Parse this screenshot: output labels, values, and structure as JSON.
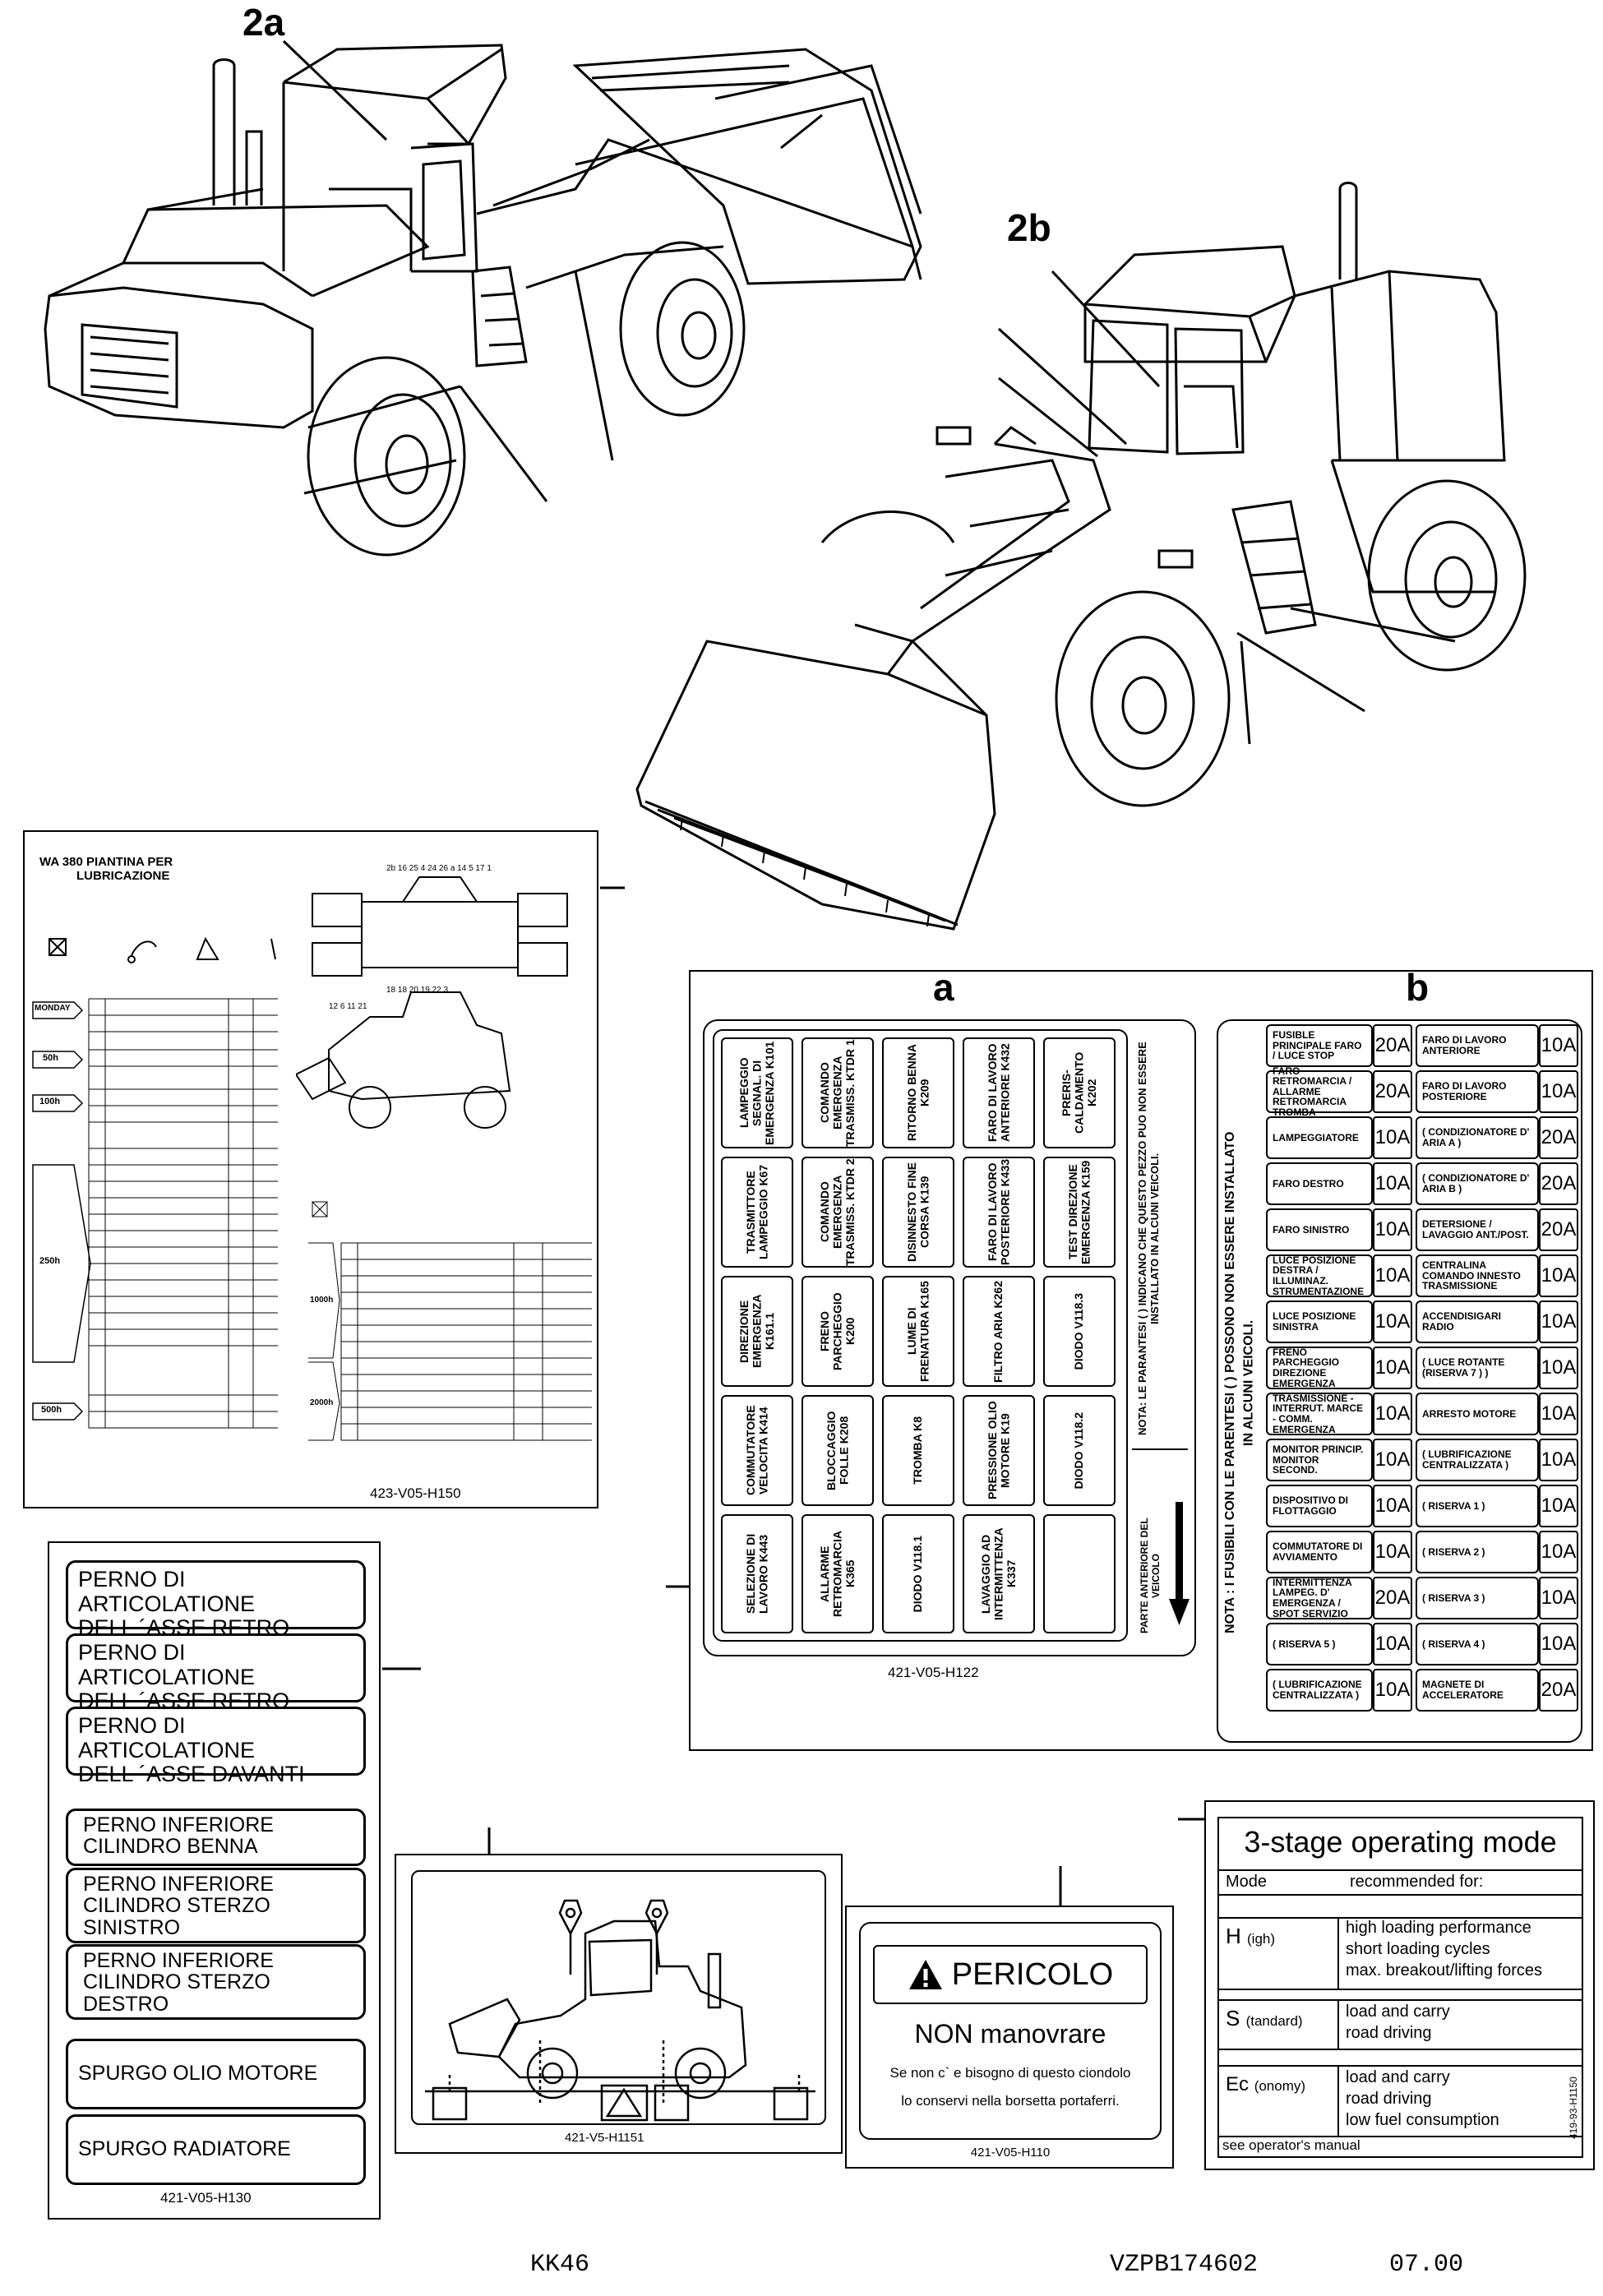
{
  "callouts": {
    "c2a": "2a",
    "c2b": "2b",
    "ca": "a",
    "cb": "b"
  },
  "lubrication": {
    "title1": "WA 380  PIANTINA PER",
    "title2": "LUBRICAZIONE",
    "intervals": [
      "MONDAY",
      "50h",
      "100h",
      "250h",
      "500h",
      "1000h",
      "2000h"
    ],
    "code": "423-V05-H150"
  },
  "fuse_a": {
    "rows": [
      [
        "LAMPEGGIO SEGNAL. DI EMERGENZA K101",
        "COMANDO EMERGENZA TRASMISS. KTDR 1",
        "RITORNO BENNA K209",
        "FARO DI LAVORO ANTERIORE K432",
        "PRERIS-CALDAMENTO K202"
      ],
      [
        "TRASMITTORE LAMPEGGIO K67",
        "COMANDO EMERGENZA TRASMISS. KTDR 2",
        "DISINNESTO FINE CORSA K139",
        "FARO DI LAVORO POSTERIORE K433",
        "TEST DIREZIONE EMERGENZA K159"
      ],
      [
        "DIREZIONE EMERGENZA K161.1",
        "FRENO PARCHEGGIO K200",
        "LUME DI FRENATURA K165",
        "FILTRO ARIA K262",
        "DIODO V118.3"
      ],
      [
        "COMMUTATORE VELOCITA K414",
        "BLOCCAGGIO FOLLE K208",
        "TROMBA K8",
        "PRESSIONE OLIO MOTORE K19",
        "DIODO V118.2"
      ],
      [
        "SELEZIONE DI LAVORO K443",
        "ALLARME RETROMARCIA K365",
        "DIODO V118.1",
        "LAVAGGIO AD INTERMITTENZA K337",
        ""
      ]
    ],
    "note": "NOTA: LE PARANTESI ( ) INDICANO CHE QUESTO PEZZO PUO NON ESSERE INSTALLATO IN ALCUNI VEICOLI.",
    "front": "PARTE ANTERIORE DEL VEICOLO",
    "code": "421-V05-H122"
  },
  "fuse_b": {
    "note": "NOTA : I FUSIBILI CON LE PARENTESI ( ) POSSONO NON ESSERE INSTALLATO IN ALCUNI VEICOLI.",
    "rows": [
      [
        "FUSIBLE PRINCIPALE FARO / LUCE STOP",
        "20A",
        "FARO DI LAVORO ANTERIORE",
        "10A"
      ],
      [
        "FARO RETROMARCIA / ALLARME RETROMARCIA TROMBA",
        "20A",
        "FARO DI LAVORO POSTERIORE",
        "10A"
      ],
      [
        "LAMPEGGIATORE",
        "10A",
        "( CONDIZIONATORE D' ARIA A )",
        "20A"
      ],
      [
        "FARO DESTRO",
        "10A",
        "( CONDIZIONATORE D' ARIA B )",
        "20A"
      ],
      [
        "FARO SINISTRO",
        "10A",
        "DETERSIONE / LAVAGGIO ANT./POST.",
        "20A"
      ],
      [
        "LUCE POSIZIONE DESTRA / ILLUMINAZ. STRUMENTAZIONE",
        "10A",
        "CENTRALINA COMANDO INNESTO TRASMISSIONE",
        "10A"
      ],
      [
        "LUCE POSIZIONE SINISTRA",
        "10A",
        "ACCENDISIGARI RADIO",
        "10A"
      ],
      [
        "FRENO PARCHEGGIO DIREZIONE EMERGENZA",
        "10A",
        "( LUCE ROTANTE (RISERVA 7 ) )",
        "10A"
      ],
      [
        "TRASMISSIONE - INTERRUT. MARCE - COMM. EMERGENZA",
        "10A",
        "ARRESTO MOTORE",
        "10A"
      ],
      [
        "MONITOR PRINCIP. MONITOR SECOND.",
        "10A",
        "( LUBRIFICAZIONE CENTRALIZZATA )",
        "10A"
      ],
      [
        "DISPOSITIVO DI FLOTTAGGIO",
        "10A",
        "( RISERVA 1 )",
        "10A"
      ],
      [
        "COMMUTATORE DI AVVIAMENTO",
        "10A",
        "( RISERVA 2 )",
        "10A"
      ],
      [
        "INTERMITTENZA LAMPEG. D' EMERGENZA / SPOT SERVIZIO",
        "20A",
        "( RISERVA 3 )",
        "10A"
      ],
      [
        "( RISERVA 5 )",
        "10A",
        "( RISERVA 4 )",
        "10A"
      ],
      [
        "( LUBRIFICAZIONE CENTRALIZZATA )",
        "10A",
        "MAGNETE DI ACCELERATORE",
        "20A"
      ]
    ]
  },
  "pins": {
    "labels": [
      [
        "PERNO DI ARTICOLATIONE",
        "DELL ´ASSE RETRO"
      ],
      [
        "PERNO DI ARTICOLATIONE",
        "DELL ´ASSE RETRO"
      ],
      [
        "PERNO DI ARTICOLATIONE",
        "DELL ´ASSE DAVANTI"
      ],
      [
        "PERNO  INFERIORE",
        "CILINDRO  BENNA"
      ],
      [
        "PERNO  INFERIORE",
        "CILINDRO  STERZO",
        "SINISTRO"
      ],
      [
        "PERNO  INFERIORE",
        "CILINDRO  STERZO",
        "DESTRO"
      ],
      [
        "SPURGO  OLIO  MOTORE"
      ],
      [
        "SPURGO  RADIATORE"
      ]
    ],
    "code": "421-V05-H130"
  },
  "hook": {
    "code": "421-V5-H1151"
  },
  "danger": {
    "title": "PERICOLO",
    "sub": "NON manovrare",
    "line1": "Se non c` e bisogno di questo ciondolo",
    "line2": "lo conservi nella borsetta portaferri.",
    "code": "421-V05-H110"
  },
  "modes": {
    "title": "3-stage operating mode",
    "h_mode": "Mode",
    "h_rec": "recommended for:",
    "h": {
      "m": "H",
      "s": "(igh)",
      "r": [
        "high loading performance",
        "short loading cycles",
        "max. breakout/lifting forces"
      ]
    },
    "s": {
      "m": "S",
      "s": "(tandard)",
      "r": [
        "load and carry",
        "road driving"
      ]
    },
    "e": {
      "m": "Ec",
      "s": "(onomy)",
      "r": [
        "load and carry",
        "road driving",
        "low fuel consumption"
      ]
    },
    "footer": "see operator's manual",
    "code": "419-93-H1150"
  },
  "footer": {
    "left": "KK46",
    "mid": "VZPB174602",
    "right": "07.00"
  }
}
